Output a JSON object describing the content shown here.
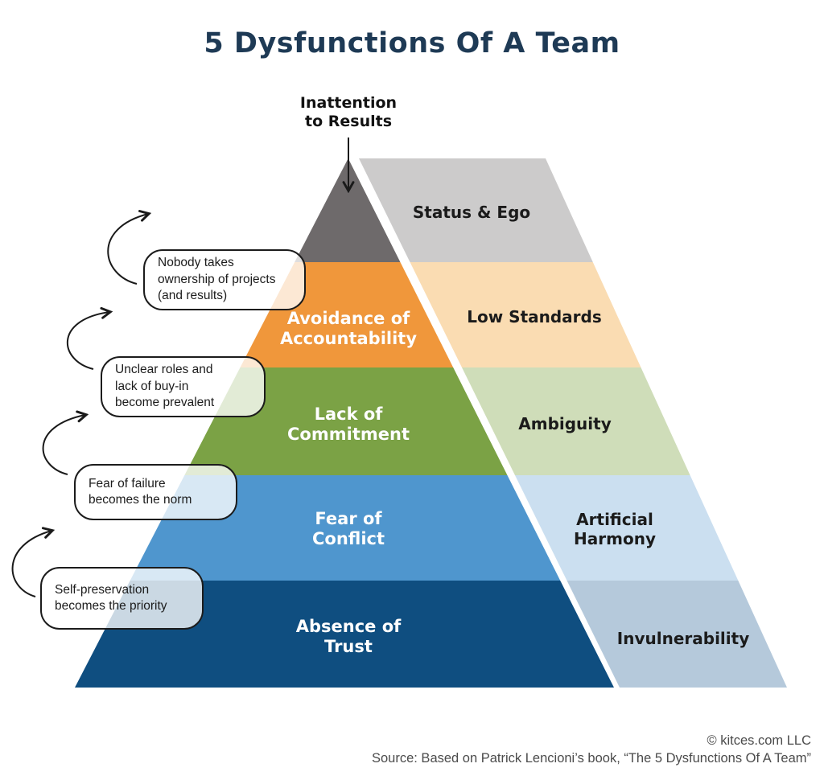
{
  "title": "5 Dysfunctions Of A Team",
  "apex_label": "Inattention\nto Results",
  "pyramid": {
    "layers": [
      {
        "name": "inattention-to-results",
        "front_label": "",
        "shadow_label": "Status & Ego",
        "front_color": "#6e6a6b",
        "shadow_color": "#cccbcb"
      },
      {
        "name": "avoidance-of-accountability",
        "front_label": "Avoidance of\nAccountability",
        "shadow_label": "Low Standards",
        "front_color": "#f0973b",
        "shadow_color": "#fadcb2"
      },
      {
        "name": "lack-of-commitment",
        "front_label": "Lack of\nCommitment",
        "shadow_label": "Ambiguity",
        "front_color": "#7ba245",
        "shadow_color": "#cfddb9"
      },
      {
        "name": "fear-of-conflict",
        "front_label": "Fear of\nConflict",
        "shadow_label": "Artificial\nHarmony",
        "front_color": "#4f96ce",
        "shadow_color": "#cbdff0"
      },
      {
        "name": "absence-of-trust",
        "front_label": "Absence of\nTrust",
        "shadow_label": "Invulnerability",
        "front_color": "#0f4e80",
        "shadow_color": "#b5c9db"
      }
    ]
  },
  "callouts": [
    {
      "text": "Nobody takes\nownership of projects\n(and results)"
    },
    {
      "text": "Unclear roles and\nlack of buy-in\nbecome prevalent"
    },
    {
      "text": "Fear of failure\nbecomes the norm"
    },
    {
      "text": "Self-preservation\nbecomes the priority"
    }
  ],
  "icons": {
    "down_arrow": "down-arrow-icon",
    "curved_arrow": "curved-arrow-icon"
  },
  "colors": {
    "title": "#1e3a55",
    "front_text": "#ffffff",
    "shadow_text": "#1b1b1b",
    "arrow_stroke": "#1a1a1a",
    "footer_text": "#4b4b4b"
  },
  "footer": {
    "credit": "© kitces.com LLC",
    "source": "Source: Based on Patrick Lencioni’s book, “The 5 Dysfunctions Of A Team”"
  }
}
